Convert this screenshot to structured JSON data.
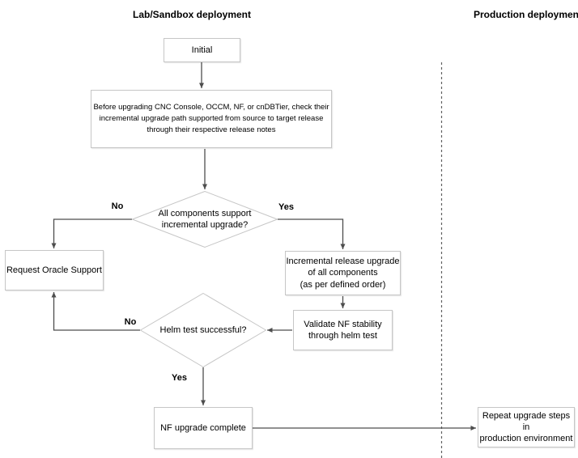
{
  "diagram": {
    "titles": {
      "lab": "Lab/Sandbox deployment",
      "production": "Production deployment"
    },
    "nodes": {
      "initial": "Initial",
      "check_path": "Before upgrading CNC Console, OCCM, NF, or cnDBTier, check their\nincremental upgrade path supported from source to target release\nthrough their respective release notes",
      "decision_components": "All components support\nincremental upgrade?",
      "request_support": "Request Oracle Support",
      "incremental_upgrade": "Incremental release upgrade\nof all components\n(as per defined order)",
      "validate_stability": "Validate NF stability\nthrough helm test",
      "decision_helm": "Helm test successful?",
      "upgrade_complete": "NF upgrade complete",
      "repeat_production": "Repeat upgrade steps in\nproduction environment"
    },
    "edge_labels": {
      "components_no": "No",
      "components_yes": "Yes",
      "helm_no": "No",
      "helm_yes": "Yes"
    },
    "colors": {
      "node_border": "#c6c6c6",
      "node_fill": "#ffffff",
      "edge": "#4d4d4d",
      "separator": "#616161",
      "text": "#000000",
      "background": "#ffffff"
    }
  }
}
